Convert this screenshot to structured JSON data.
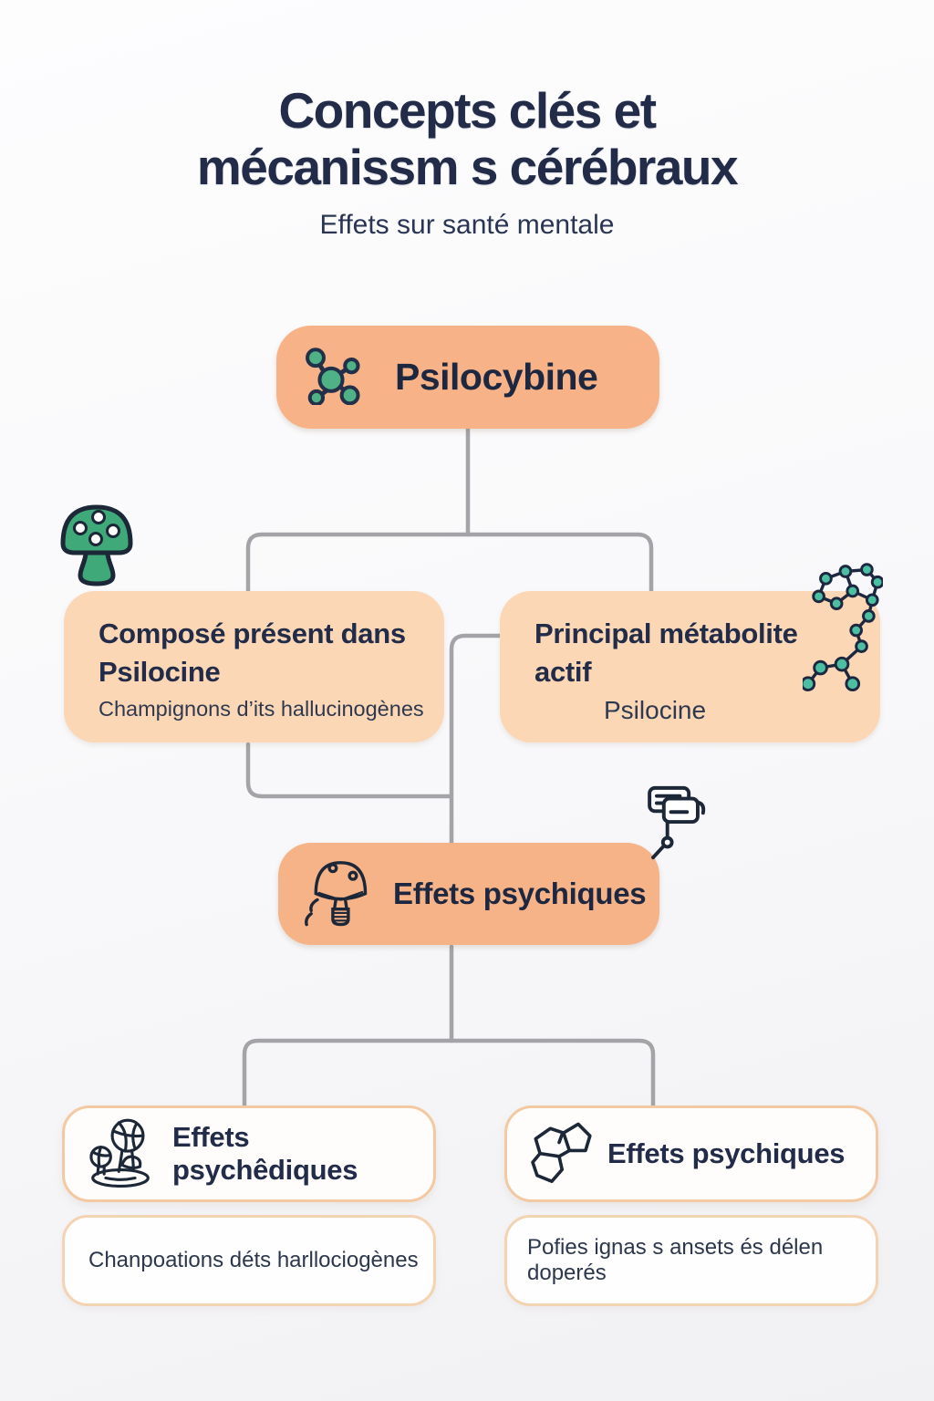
{
  "header": {
    "title_line1": "Concepts clés et",
    "title_line2": "mécanissm s cérébraux",
    "subtitle": "Effets sur santé mentale"
  },
  "diagram": {
    "root": {
      "label": "Psilocybine",
      "icon": "molecule-nodes-icon"
    },
    "left_node": {
      "title_line1": "Composé présent dans",
      "title_line2": "Psilocine",
      "description": "Champignons d’its hallucinogènes",
      "icon": "green-mushroom-icon"
    },
    "right_node": {
      "title_line1": "Principal métabolite",
      "title_line2": "actif",
      "description": "Psilocine",
      "icon": "molecule-structure-icon"
    },
    "middle_node": {
      "label": "Effets psychiques",
      "icon": "outline-mushroom-icon",
      "badge_icon": "chat-bubbles-icon"
    },
    "bottom_left_node": {
      "label": "Effets psychêdiques",
      "icon": "mushrooms-plate-icon"
    },
    "bottom_right_node": {
      "label": "Effets psychiques",
      "icon": "polygon-rings-icon"
    },
    "bottom_left_note": "Chanpoations déts harllociogènes",
    "bottom_right_note": "Pofies ignas s ansets és délen doperés"
  },
  "colors": {
    "navy_text": "#222c48",
    "icon_stroke": "#1c2737",
    "orange_box": "#f7b287",
    "peach_box": "#fbd7b5",
    "peach_border": "#f2c9a2",
    "green": "#3fa97a",
    "teal": "#4cbfa2",
    "connector_gray": "#a4a4a8"
  }
}
